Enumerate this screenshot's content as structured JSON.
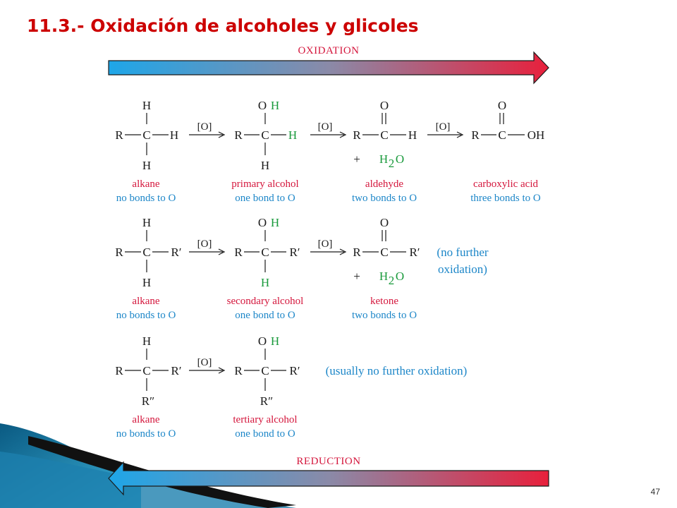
{
  "title": "11.3.- Oxidación de alcoholes y glicoles",
  "page_number": "47",
  "banner_top": "OXIDATION",
  "banner_bottom": "REDUCTION",
  "reagent": "[O]",
  "atoms": {
    "H": "H",
    "C": "C",
    "O": "O",
    "R": "R",
    "OH": "OH",
    "Rp": "R′",
    "Rpp": "R″",
    "plus": "+",
    "H2": "H",
    "sub2": "2",
    "H2O_O": "O"
  },
  "row1": {
    "c1_name": "alkane",
    "c1_bonds": "no bonds to O",
    "c2_name": "primary alcohol",
    "c2_bonds": "one bond to O",
    "c3_name": "aldehyde",
    "c3_bonds": "two bonds to O",
    "c4_name": "carboxylic acid",
    "c4_bonds": "three bonds to O"
  },
  "row2": {
    "c1_name": "alkane",
    "c1_bonds": "no bonds to O",
    "c2_name": "secondary alcohol",
    "c2_bonds": "one bond to O",
    "c3_name": "ketone",
    "c3_bonds": "two bonds to O",
    "note_line1": "(no further",
    "note_line2": "oxidation)"
  },
  "row3": {
    "c1_name": "alkane",
    "c1_bonds": "no bonds to O",
    "c2_name": "tertiary alcohol",
    "c2_bonds": "one bond to O",
    "note": "(usually no further oxidation)"
  },
  "colors": {
    "title": "#cc0000",
    "arrow_start": "#1ea6e8",
    "arrow_end": "#e8203c",
    "name": "#d4163c",
    "bonds": "#1c86c8",
    "highlight": "#1a9a3c"
  }
}
